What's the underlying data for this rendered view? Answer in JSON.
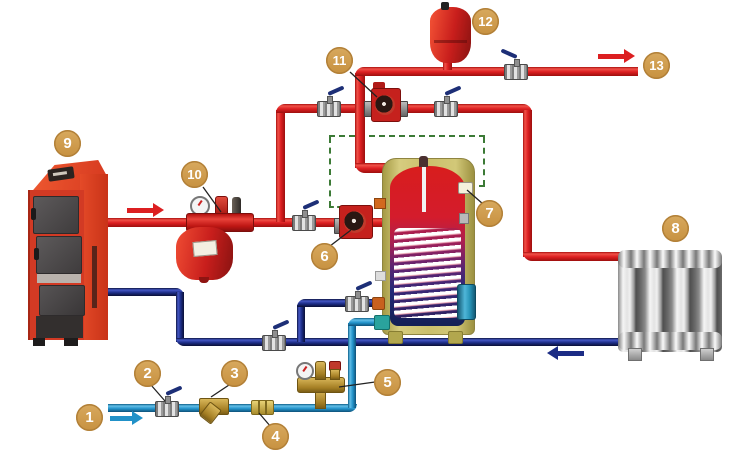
{
  "diagram": {
    "callouts": [
      "1",
      "2",
      "3",
      "4",
      "5",
      "6",
      "7",
      "8",
      "9",
      "10",
      "11",
      "12",
      "13"
    ],
    "arrows": [
      {
        "name": "boiler-supply-flow-arrow",
        "direction": "right",
        "color": "#dc1f21"
      },
      {
        "name": "dhw-top-flow-arrow",
        "direction": "right",
        "color": "#dc1f21"
      },
      {
        "name": "radiator-return-flow-arrow",
        "direction": "left",
        "color": "#1c2c85"
      },
      {
        "name": "cold-water-inlet-flow-arrow",
        "direction": "right",
        "color": "#2191c8"
      }
    ],
    "colors": {
      "hot_supply_pipe": "#dc1f21",
      "return_pipe": "#1c2c85",
      "cold_water_pipe": "#2191c8",
      "tank_insulation": "#c9bf6b",
      "callout_badge": "#cf9a4c",
      "sensor_wire_dashed": "#3c7a36",
      "boiler_body": "#d23a24",
      "radiator_metal": "#d9d9d9",
      "background": "#ffffff"
    }
  }
}
